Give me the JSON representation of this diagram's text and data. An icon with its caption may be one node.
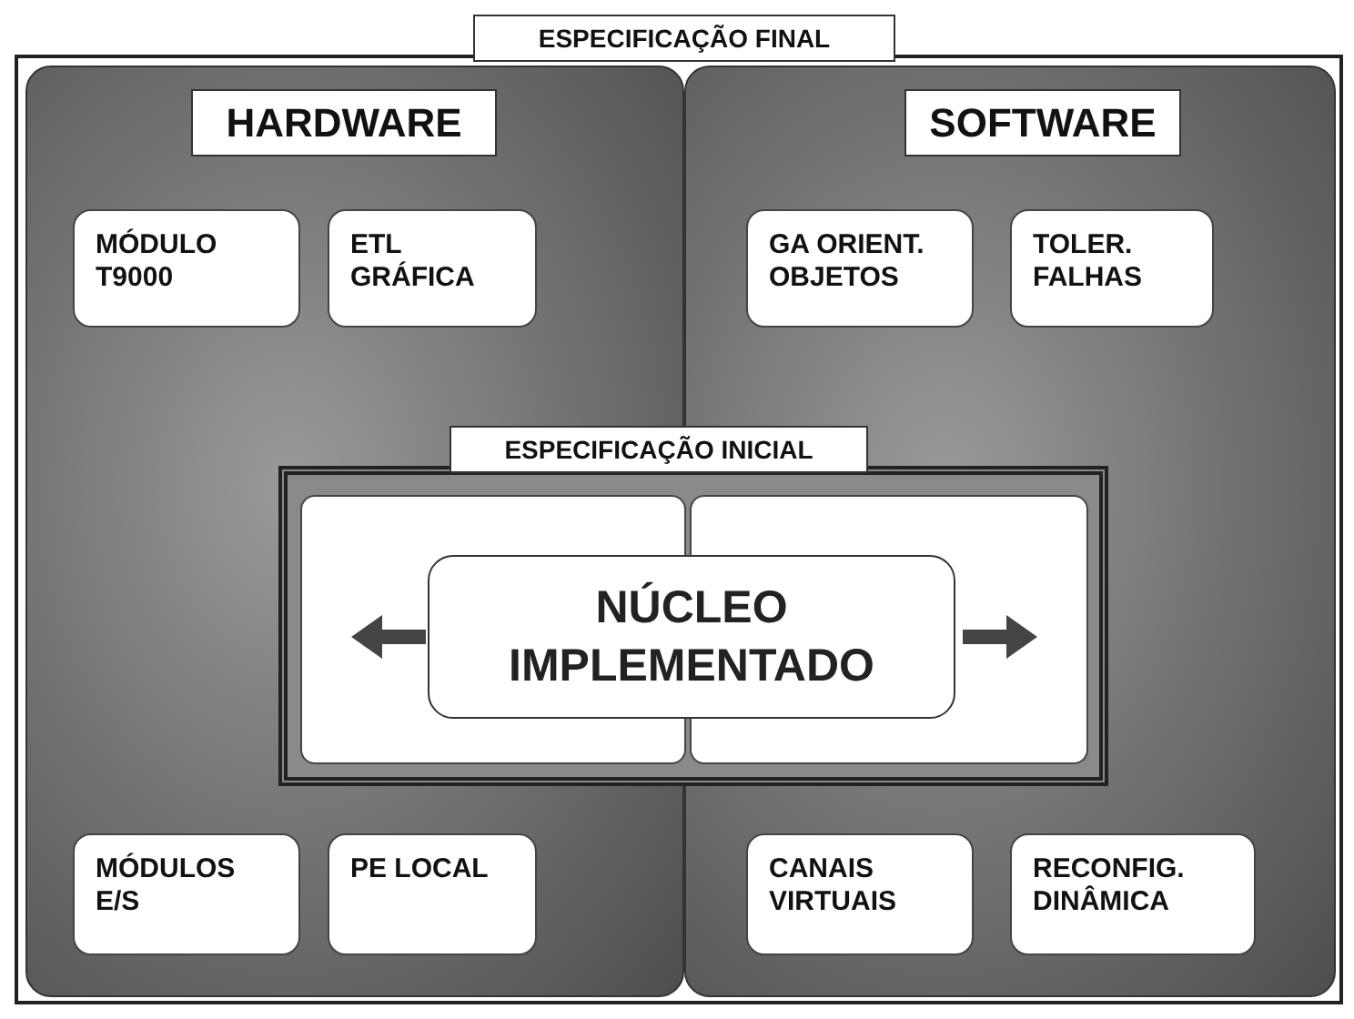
{
  "diagram": {
    "nodes": [
      {
        "text": [
          "ESPECIFICAÇÃO FINAL"
        ]
      },
      {
        "text": [
          "HARDWARE"
        ],
        "in": 0
      },
      {
        "text": [
          "SOFTWARE"
        ],
        "in": 0
      },
      {
        "text": [
          "MÓDULO T9000"
        ],
        "in": 1
      },
      {
        "text": [
          "ETL GRÁFICA"
        ],
        "in": 1
      },
      {
        "text": [
          "GA ORIENT. OBJETOS"
        ],
        "in": 2
      },
      {
        "text": [
          "TOLER. FALHAS"
        ],
        "in": 2
      },
      {
        "text": [
          "ESPECIFICAÇÃO INICIAL"
        ],
        "in": 0
      },
      {
        "text": [
          "NÚCLEO IMPLEMENTADO"
        ],
        "in": 7
      },
      {
        "text": [
          "MÓDULOS E/S"
        ],
        "in": 1
      },
      {
        "text": [
          "PE LOCAL"
        ],
        "in": 1
      },
      {
        "text": [
          "CANAIS VIRTUAIS"
        ],
        "in": 2
      },
      {
        "text": [
          "RECONFIG. DINÂMICA"
        ],
        "in": 2
      }
    ]
  }
}
